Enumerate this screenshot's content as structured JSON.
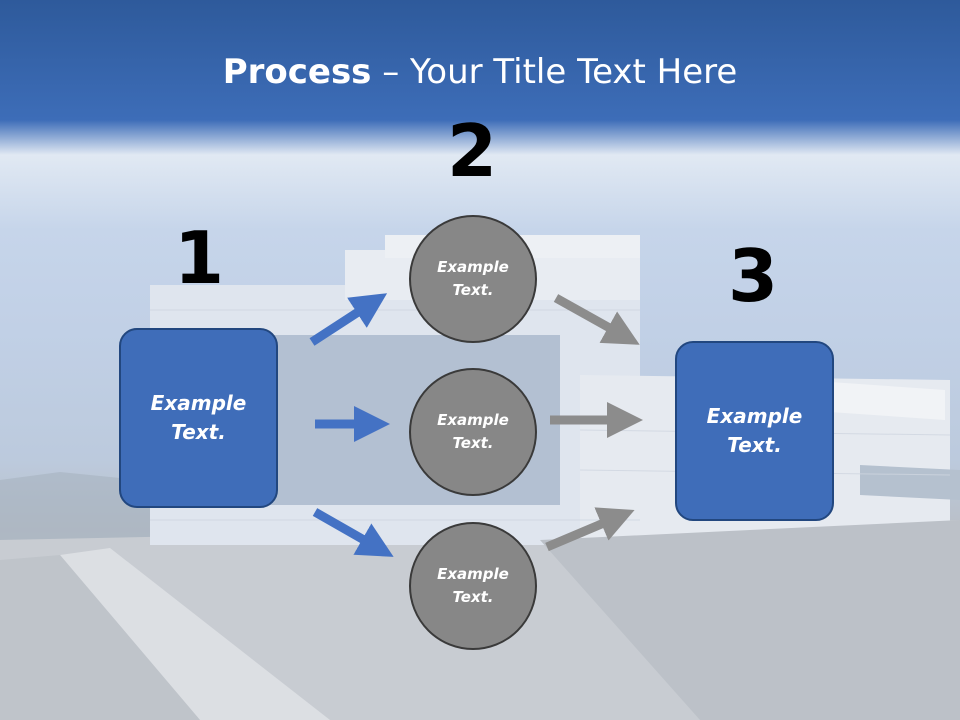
{
  "title": {
    "bold": "Process",
    "rest": " – Your Title Text Here"
  },
  "steps": [
    {
      "number": "1",
      "text": "Example\nText."
    },
    {
      "number": "2",
      "items": [
        "Example\nText.",
        "Example\nText.",
        "Example\nText."
      ]
    },
    {
      "number": "3",
      "text": "Example\nText."
    }
  ],
  "colors": {
    "box_blue": "#3f6db9",
    "circle_gray": "#878787",
    "arrow_blue": "#4472c4",
    "arrow_gray": "#8c8c8c",
    "title_band": "#3d6db8"
  }
}
